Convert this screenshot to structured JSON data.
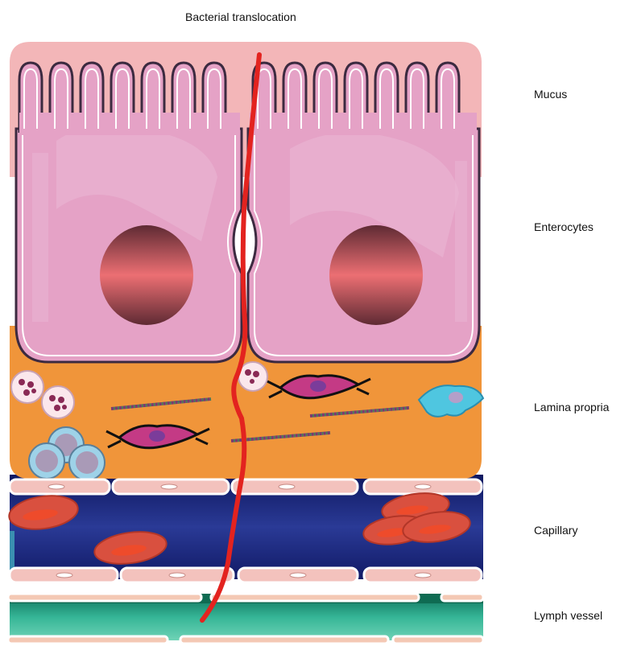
{
  "title": "Bacterial translocation",
  "layers": [
    {
      "id": "mucus",
      "label": "Mucus"
    },
    {
      "id": "enterocytes",
      "label": "Enterocytes"
    },
    {
      "id": "lamina-propria",
      "label": "Lamina propria"
    },
    {
      "id": "capillary",
      "label": "Capillary"
    },
    {
      "id": "lymph-vessel",
      "label": "Lymph vessel"
    }
  ],
  "colors": {
    "mucus": "#f3b6b8",
    "enterocyte": "#e5a2c6",
    "lamina_propria": "#f0953a",
    "capillary": "#1f2c86",
    "lymph": "#2aa98a",
    "endothelium": "#f3c2bd",
    "erythrocyte": "#d9503f",
    "translocation_path": "#e3231f"
  }
}
